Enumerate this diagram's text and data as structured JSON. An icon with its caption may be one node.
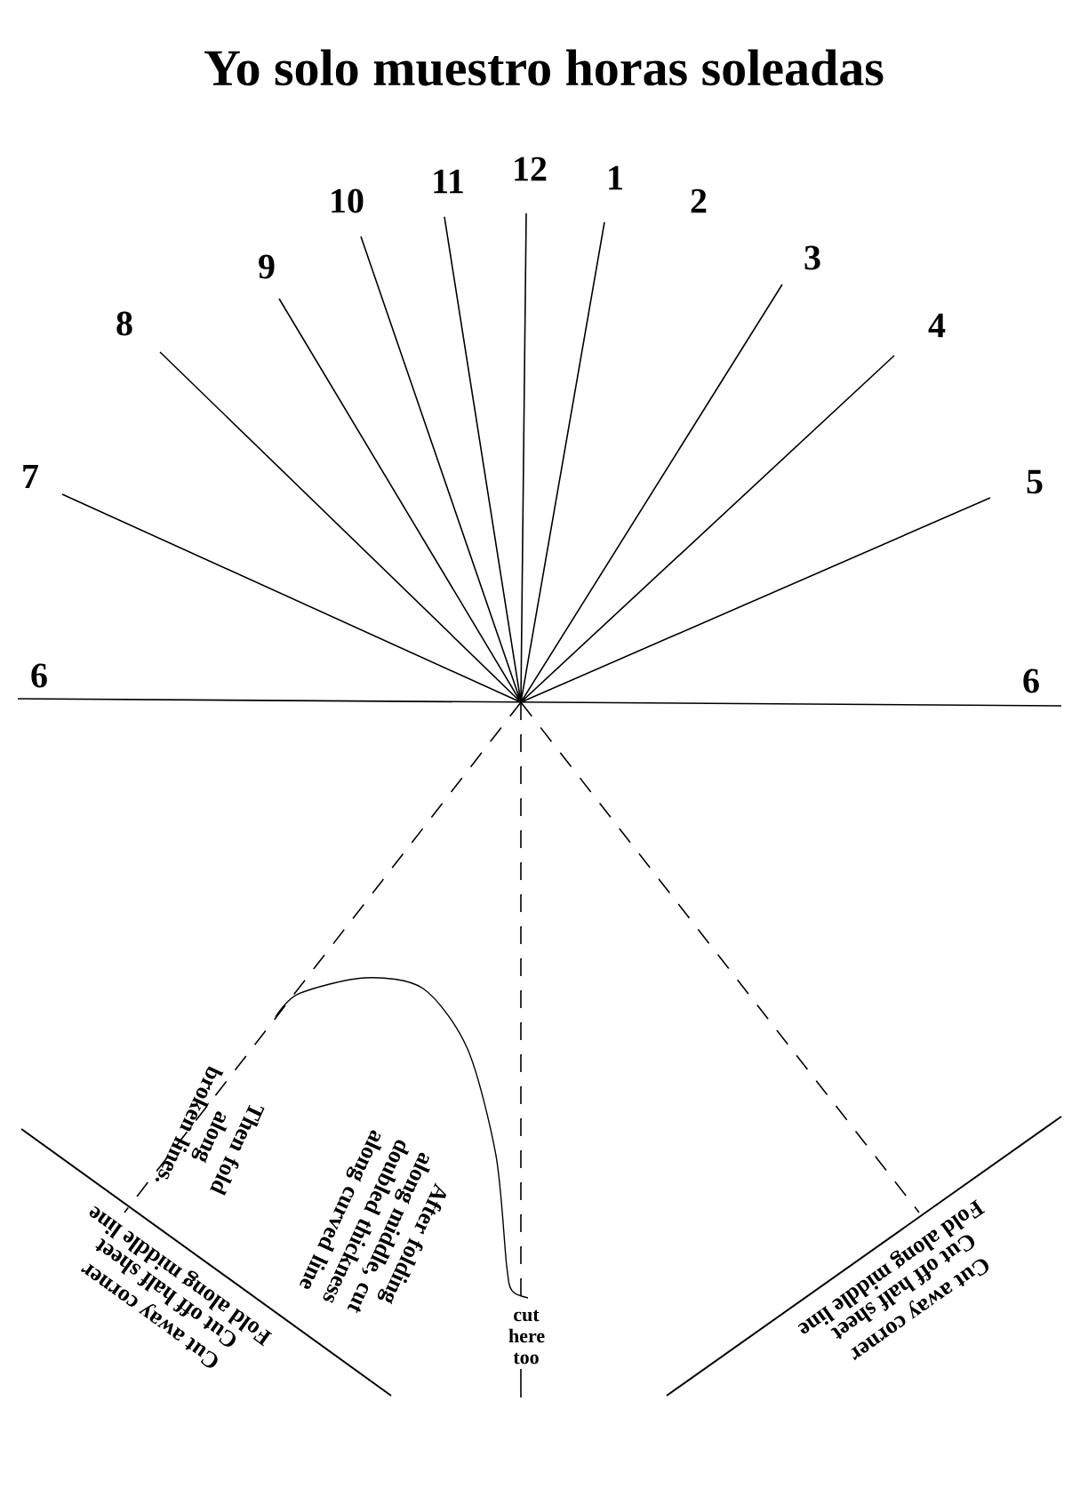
{
  "diagram": {
    "title": "Yo solo muestro horas soleadas",
    "labels": [
      "12",
      "11",
      "1",
      "10",
      "2",
      "9",
      "3",
      "8",
      "4",
      "7",
      "5",
      "6",
      "6",
      "Cut away corner",
      "Cut off half sheet",
      "Fold along middle line",
      "Then fold along broken lines.",
      "After folding along middle, cut doubled thickness along curved line",
      "cut here too",
      "Cut away corner",
      "Cut off half sheet",
      "Fold along middle line"
    ]
  }
}
